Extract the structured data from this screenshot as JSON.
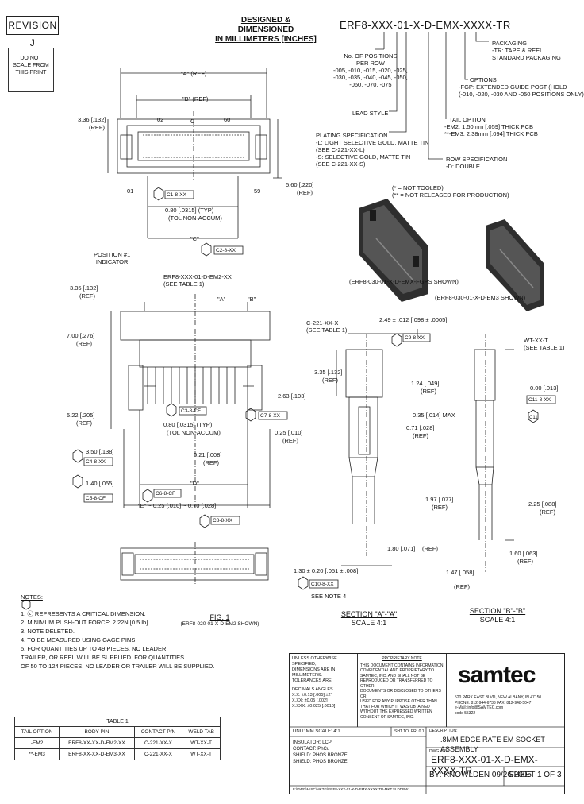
{
  "revision": "REVISION J",
  "dns_box": [
    "DO NOT",
    "SCALE FROM",
    "THIS PRINT"
  ],
  "header": [
    "DESIGNED & DIMENSIONED",
    "IN MILLIMETERS [INCHES]"
  ],
  "part_number": "ERF8-XXX-01-X-D-EMX-XXXX-TR",
  "options": {
    "no_positions": [
      "No. OF POSITIONS",
      "PER ROW",
      "-005, -010, -015, -020, -025,",
      "-030, -035, -040, -045, -050,",
      "-060, -070, -075"
    ],
    "lead_style": "LEAD STYLE",
    "plating": [
      "PLATING SPECIFICATION",
      "-L: LIGHT SELECTIVE GOLD, MATTE TIN",
      "(SEE C-221-XX-L)",
      "-S: SELECTIVE GOLD, MATTE TIN",
      "(SEE C-221-XX-S)"
    ],
    "not_tooled": [
      "(* = NOT TOOLED)",
      "(** = NOT RELEASED FOR PRODUCTION)"
    ],
    "packaging": [
      "PACKAGING",
      "-TR: TAPE & REEL",
      "STANDARD PACKAGING"
    ],
    "opt": [
      "OPTIONS",
      "-FGP: EXTENDED GUIDE POST (HOLD",
      "(-010, -020, -030 AND -050 POSITIONS ONLY)"
    ],
    "tail": [
      "TAIL OPTION",
      "-EM2: 1.50mm [.059] THICK PCB",
      "**-EM3: 2.38mm [.094] THICK PCB"
    ],
    "row": [
      "ROW SPECIFICATION",
      "-D: DOUBLE"
    ]
  },
  "view_labels": {
    "top_a_ref": "\"A\" (REF)",
    "top_b_ref": "\"B\" (REF)",
    "dim_336": "3.36 [.132]",
    "dim_336_ref": "(REF)",
    "pin_02": "02",
    "pin_60": "60",
    "pin_01": "01",
    "pin_59": "59",
    "centerline": "C",
    "dim_560": "5.60 [.220]",
    "dim_560_ref": "(REF)",
    "ctrl_c": "C1-8-XX",
    "pitch": "0.80 [.0315] (TYP)",
    "pitch_sub": "(TOL NON-ACCUM)",
    "c_dim": "\"C\"",
    "c_ref": "C2-8-XX",
    "pos1": [
      "POSITION #1",
      "INDICATOR"
    ],
    "erf_see": [
      "ERF8-XXX-01-D-EM2-XX",
      "(SEE TABLE 1)"
    ],
    "dim_335": "3.35 [.132]",
    "dim_335_ref": "(REF)",
    "dim_700": "7.00 [.276]",
    "dim_700_ref": "(REF)",
    "dim_522": "5.22 [.205]",
    "dim_522_ref": "(REF)",
    "dim_350": "3.50 [.138]",
    "ref_c4": "C4-8-XX",
    "dim_140": "1.40 [.055]",
    "ref_c5": "C5-8-CF",
    "dim_263": "2.63 [.103]",
    "ref_c7": "C7-8-XX",
    "dim_025": "0.25 [.010]",
    "dim_025_ref": "(REF)",
    "dim_021": "0.21 [.008]",
    "dim_021_ref": "(REF)",
    "pitch2": "0.80 [.0315] (TYP)",
    "pitch2_sub": "(TOL NON-ACCUM)",
    "c3": "C3-8-CF",
    "c6": "C6-8-CF",
    "d_dim": "\"D\"",
    "e_dim": "\"E\" ~ 0.25 [.010] ~ 0.70 [.028]",
    "c8": "C8-8-XX",
    "sec_a": "\"A\"",
    "sec_b": "\"B\""
  },
  "captions": {
    "em_shown": "(ERF8-030-01-X-D-EMX-FGPS SHOWN)",
    "em2_shown": "(ERF8-030-01-X-D-EM3 SHOWN)",
    "fig1_title": "FIG. 1",
    "fig1_sub": "(ERF8-020-01-X-D-EM2 SHOWN)",
    "section_aa": [
      "SECTION \"A\"-\"A\"",
      "SCALE 4:1"
    ],
    "section_bb": [
      "SECTION \"B\"-\"B\"",
      "SCALE 4:1"
    ]
  },
  "section_labels": {
    "c221": [
      "C-221-XX-X",
      "(SEE TABLE 1)"
    ],
    "dim_249": "2.49 ± .012 [.098 ± .0005]",
    "c9": "C9-8-XX",
    "dim_335b": "3.35 [.132]",
    "dim_335b_ref": "(REF)",
    "dim_124": "1.24 [.049]",
    "dim_124_ref": "(REF)",
    "dim_035": "0.35 [.014] MAX",
    "dim_071": "0.71 [.028]",
    "dim_071_ref": "(REF)",
    "dim_197": "1.97 [.077]",
    "dim_197_ref": "(REF)",
    "dim_180": "1.80 [.071]",
    "dim_180_ref": "(REF)",
    "dim_030": "1.30 ± 0.20 [.051 ± .008]",
    "c10": "C10-8-XX",
    "see_note4": "SEE NOTE 4",
    "wt": [
      "WT-XX-T",
      "(SEE TABLE 1)"
    ],
    "dim_000": "0.00 [.013]",
    "c11": "C11-8-XX",
    "c11b": "C11",
    "dim_225": "2.25 [.088]",
    "dim_225_ref": "(REF)",
    "dim_160": "1.60 [.063]",
    "dim_160_ref": "(REF)",
    "dim_147": "1.47 [.058]",
    "dim_147_ref": "(REF)"
  },
  "notes": {
    "title": "NOTES:",
    "items": [
      "1. ⓒ REPRESENTS A CRITICAL DIMENSION.",
      "2. MINIMUM PUSH-OUT FORCE: 2.22N [0.5 lb].",
      "3. NOTE DELETED.",
      "4. TO BE MEASURED USING GAGE PINS.",
      "5. FOR QUANTITIES UP TO 49 PIECES, NO LEADER,",
      "TRAILER, OR REEL WILL BE SUPPLIED. FOR QUANTITIES",
      "OF 50 TO 124 PIECES, NO LEADER OR TRAILER WILL BE SUPPLIED."
    ]
  },
  "table1": {
    "title": "TABLE 1",
    "headers": [
      "TAIL OPTION",
      "BODY PIN",
      "CONTACT P/N",
      "WELD TAB"
    ],
    "rows": [
      [
        "-EM2",
        "ERF8-XX-XX-D-EM2-XX",
        "C-221-XX-X",
        "WT-XX-T"
      ],
      [
        "**-EM3",
        "ERF8-XX-XX-D-EM3-XX",
        "C-221-XX-X",
        "WT-XX-T"
      ]
    ]
  },
  "title_block": {
    "tolerance": [
      "UNLESS OTHERWISE SPECIFIED,",
      "DIMENSIONS ARE IN MILLIMETERS.",
      "TOLERANCES ARE:",
      "DECIMALS     ANGLES",
      "X.X: ±0.13 [.005]     ±2°",
      "X.XX: ±0.05 [.002]",
      "X.XXX: ±0.025 [.0010]"
    ],
    "proprietary": [
      "PROPRIETARY NOTE",
      "THIS DOCUMENT CONTAINS INFORMATION",
      "CONFIDENTIAL AND PROPRIETARY TO",
      "SAMTEC, INC. AND SHALL NOT BE",
      "REPRODUCED OR TRANSFERRED TO OTHER",
      "DOCUMENTS OR DISCLOSED TO OTHERS OR",
      "USED FOR ANY PURPOSE OTHER THAN",
      "THAT FOR WHICH IT WAS OBTAINED",
      "WITHOUT THE EXPRESSED WRITTEN",
      "CONSENT OF SAMTEC, INC."
    ],
    "logo": "samtec",
    "address": [
      "520 PARK EAST BLVD, NEW ALBANY, IN 47150",
      "PHONE: 812-944-6733   FAX: 812-948-5047",
      "e-Mail: info@SAMTEC.com",
      "code 55322"
    ],
    "material": [
      "INSULATOR: LCP",
      "CONTACT: PhCu",
      "SHIELD: PHOS BRONZE",
      "SHIELD: PHOS BRONZE"
    ],
    "unit": "UNIT: MM  SCALE: 4:1",
    "sheet_tip": "SHT TOLER: 0.1",
    "desc_label": "DESCRIPTION:",
    "description": ".8MM EDGE RATE EM SOCKET ASSEMBLY",
    "dwg_label": "DWG. NO.",
    "dwg_no": "ERF8-XXX-01-X-D-EMX-XXXX-TR",
    "by": "BY: KNOWLDEN  09/26/2005",
    "sheet": "SHEET 1 OF 3",
    "footer": "F:\\DWG\\MISC\\MKTG\\ERF8-XXX-01-X-D-EMX-XXXX-TR-MKT.SLDDRW"
  }
}
